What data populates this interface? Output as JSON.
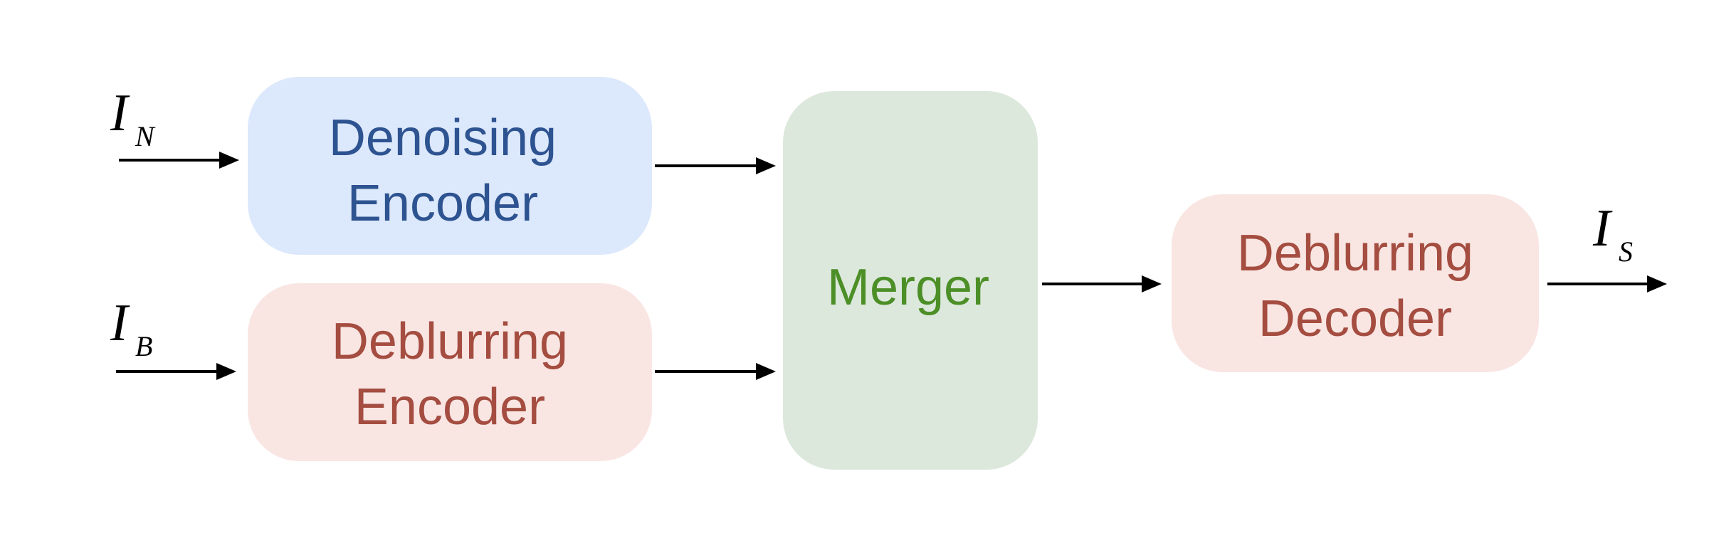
{
  "colors": {
    "blue_fill": "#dce8fb",
    "blue_text": "#2e5391",
    "red_fill": "#f9e6e3",
    "red_text": "#a44d40",
    "green_fill": "#dde8dd",
    "green_text": "#4c8f27",
    "arrow": "#000000"
  },
  "boxes": {
    "denoising_encoder": {
      "line1": "Denoising",
      "line2": "Encoder"
    },
    "deblurring_encoder": {
      "line1": "Deblurring",
      "line2": "Encoder"
    },
    "merger": {
      "label": "Merger"
    },
    "deblurring_decoder": {
      "line1": "Deblurring",
      "line2": "Decoder"
    }
  },
  "inputs": {
    "noisy": {
      "symbol": "I",
      "subscript": "N"
    },
    "blurred": {
      "symbol": "I",
      "subscript": "B"
    }
  },
  "output": {
    "symbol": "I",
    "subscript": "S"
  }
}
